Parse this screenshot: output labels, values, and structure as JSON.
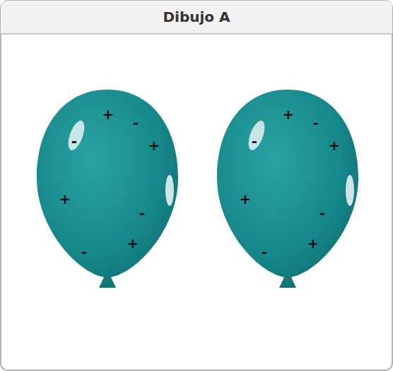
{
  "diagram": {
    "title": "Dibujo A",
    "nodes": [
      {
        "text": [
          "+",
          "-",
          "-",
          "+",
          "+",
          "-",
          "+",
          "-"
        ]
      },
      {
        "text": [
          "+",
          "-",
          "-",
          "+",
          "+",
          "-",
          "+",
          "-"
        ]
      }
    ]
  }
}
